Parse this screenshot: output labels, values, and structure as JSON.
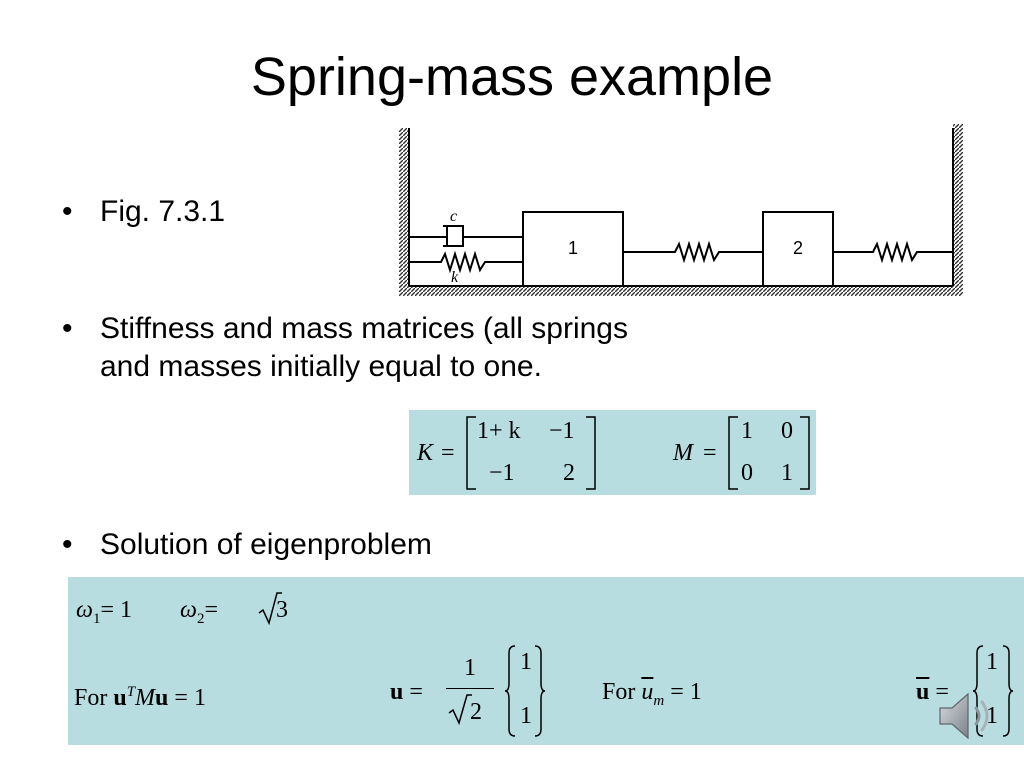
{
  "slide": {
    "title": "Spring-mass example",
    "bullets": [
      {
        "marker": "•",
        "text": "Fig. 7.3.1"
      },
      {
        "marker": "•",
        "line1": "Stiffness and mass matrices (all springs",
        "line2": "and masses initially equal to one."
      },
      {
        "marker": "•",
        "text": "Solution of eigenproblem"
      }
    ]
  },
  "figure": {
    "damper_label": "c",
    "spring_label": "k",
    "mass1_label": "1",
    "mass2_label": "2"
  },
  "matrices": {
    "k_lhs": "K",
    "eq": "=",
    "k11": "1+ k",
    "k12": "−1",
    "k21": "−1",
    "k22": "2",
    "m_lhs": "M",
    "m11": "1",
    "m12": "0",
    "m21": "0",
    "m22": "1"
  },
  "solution": {
    "omega1": "ω",
    "omega1_sub": "1",
    "omega1_rhs": "= 1",
    "omega2": "ω",
    "omega2_sub": "2",
    "omega2_rhs": "= ",
    "sqrt3": "3",
    "for1": "For ",
    "u": "u",
    "sup_T": "T",
    "M": "M",
    "u2": "u",
    "eq_one": " = 1",
    "u_lhs": "u",
    "eq": " =",
    "frac_num": "1",
    "frac_den": "2",
    "vec_top": "1",
    "vec_bot": "1",
    "for2": "For ",
    "ubar": "u",
    "sub_m": "m",
    "eq_one2": " = 1",
    "ubar_lhs": "u",
    "eq2": " =",
    "vec2_top": "1",
    "vec2_bot": "1"
  },
  "icons": {
    "speaker": "speaker-icon"
  }
}
